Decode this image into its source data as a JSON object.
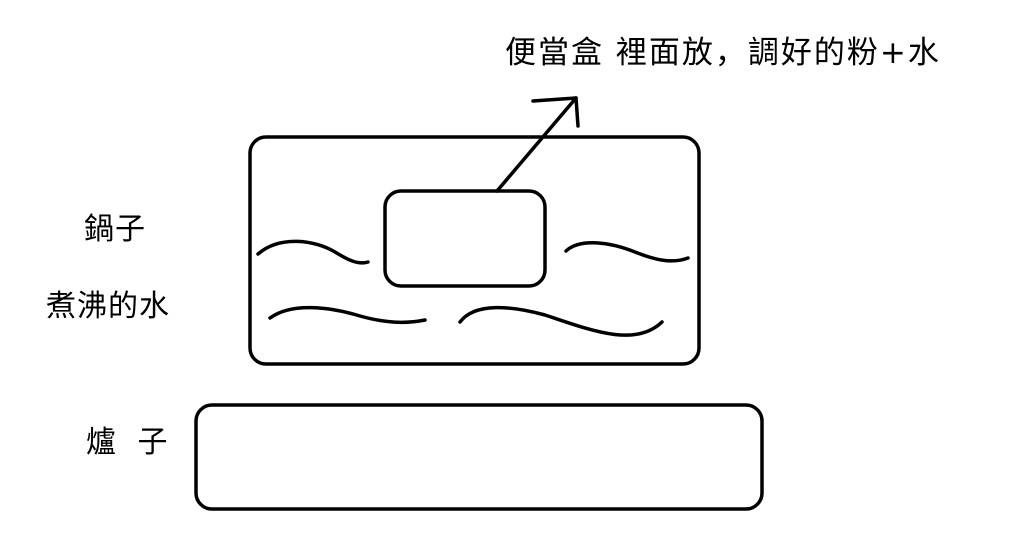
{
  "labels": {
    "pot": "鍋子",
    "boiling_water": "煮沸的水",
    "stove": "爐 子",
    "lunchbox": "便當盒 裡面放，調好的粉+水"
  },
  "colors": {
    "background": "#ffffff",
    "ink": "#000000"
  }
}
